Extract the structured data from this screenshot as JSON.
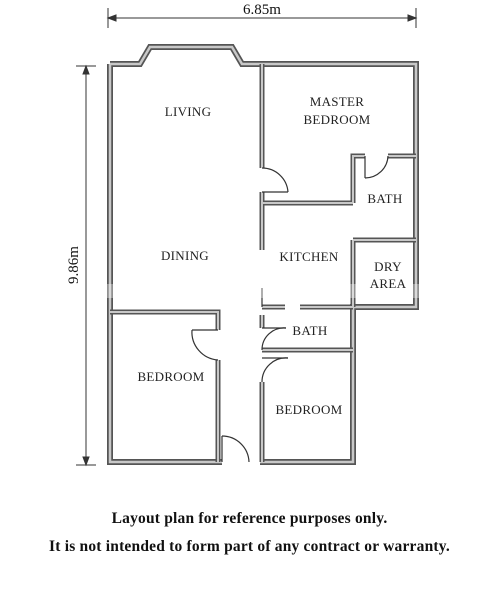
{
  "dimensions": {
    "width": "6.85m",
    "height": "9.86m"
  },
  "rooms": {
    "living": "LIVING",
    "master_bedroom": [
      "MASTER",
      "BEDROOM"
    ],
    "master_bath": "BATH",
    "dining": "DINING",
    "kitchen": "KITCHEN",
    "dry_area": [
      "DRY",
      "AREA"
    ],
    "bath": "BATH",
    "bedroom_left": "BEDROOM",
    "bedroom_right": "BEDROOM"
  },
  "notes": {
    "line1": "Layout plan for reference purposes only.",
    "line2": "It is not intended to form part of any contract or warranty."
  },
  "colors": {
    "wall": "#555555",
    "wall_fill": "#c8c8c8",
    "ink": "#222222"
  }
}
